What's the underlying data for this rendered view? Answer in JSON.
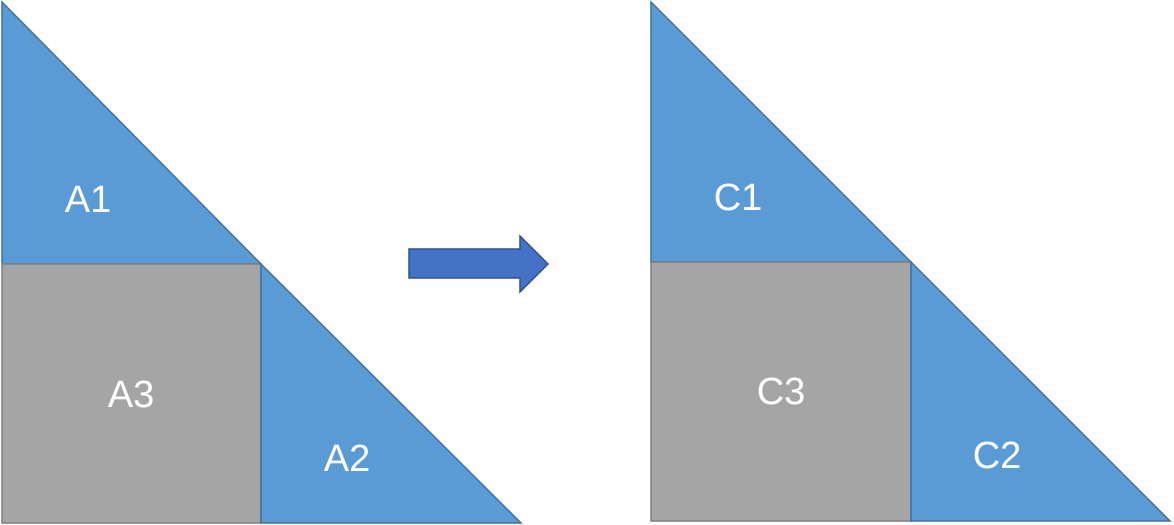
{
  "colors": {
    "blue_fill": "#5b9bd5",
    "blue_stroke": "#41719c",
    "gray_fill": "#a5a5a5",
    "gray_stroke": "#7f7f7f",
    "arrow_fill": "#4472c4",
    "arrow_stroke": "#2f528f",
    "label": "#ffffff"
  },
  "left_figure": {
    "top_triangle_label": "A1",
    "bottom_triangle_label": "A2",
    "square_label": "A3"
  },
  "right_figure": {
    "top_triangle_label": "C1",
    "bottom_triangle_label": "C2",
    "square_label": "C3"
  },
  "arrow": {
    "icon": "right-arrow-icon"
  }
}
